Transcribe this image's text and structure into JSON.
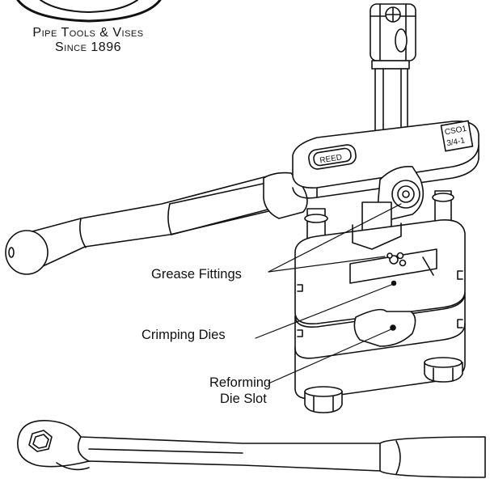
{
  "brand": {
    "line1": "Pipe Tools & Vises",
    "line2": "Since 1896"
  },
  "plate": {
    "model": "CSO1",
    "size": "3/4-1"
  },
  "logo_text": "REED",
  "callouts": {
    "grease": "Grease Fittings",
    "crimp": "Crimping Dies",
    "reform_line1": "Reforming",
    "reform_line2": "Die Slot"
  }
}
